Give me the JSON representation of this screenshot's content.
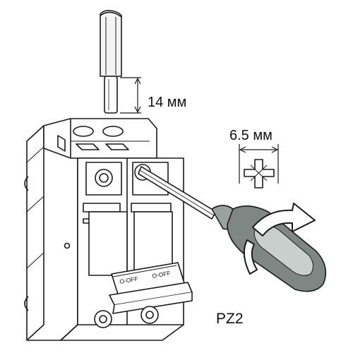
{
  "annotations": {
    "wire_strip_length": "14 мм",
    "screwdriver_width": "6.5 мм",
    "screwdriver_type": "PZ2"
  },
  "breaker": {
    "switch_left_text": "O-OFF",
    "switch_right_text": "O-OFF",
    "poles": 2
  },
  "icons": {
    "wire": "stripped-wire-icon",
    "breaker": "circuit-breaker-icon",
    "screwdriver": "screwdriver-icon",
    "tip": "pozidriv-tip-icon",
    "rotation": "clockwise-arrow-icon"
  },
  "colors": {
    "line": "#1a1a1a",
    "breaker_body": "#ffffff",
    "screwdriver_handle": "#7f8784",
    "handle_highlight": "#c9cfcc"
  }
}
